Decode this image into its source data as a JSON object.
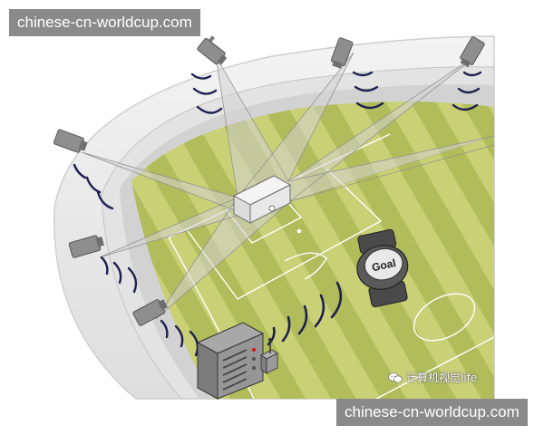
{
  "header": {
    "site_banner": "chinese-cn-worldcup.com"
  },
  "footer": {
    "site_banner": "chinese-cn-worldcup.com",
    "watermark": "计算机视觉life"
  },
  "watch": {
    "label": "Goal"
  },
  "colors": {
    "grass_light": "#c9cf6e",
    "grass_dark": "#a9b64a",
    "stadium_wall": "#eeeeee",
    "signal_waves": "#1f2150",
    "camera_body": "#8c8c8c",
    "camera_beams": "#c8c8c8"
  },
  "icons": [
    "camera-icon",
    "signal-wave-icon",
    "smartwatch-icon",
    "receiver-icon",
    "goal-box-icon",
    "wechat-icon"
  ]
}
